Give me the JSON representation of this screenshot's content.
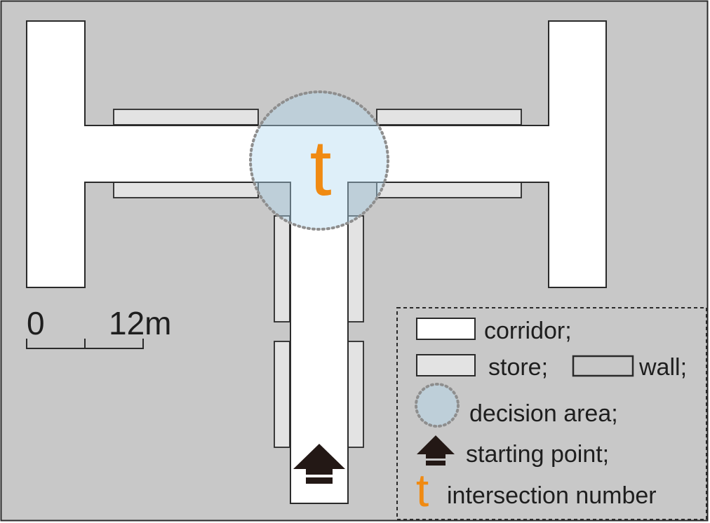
{
  "colors": {
    "background": "#c8c8c8",
    "corridor": "#ffffff",
    "store": "#e3e3e3",
    "wall": "#2a2a2a",
    "decision_area": "#b0d8f0",
    "intersection": "#f08a12",
    "arrow": "#231815"
  },
  "map": {
    "intersection_label": "t"
  },
  "scale_bar": {
    "start_label": "0",
    "end_label": "12m"
  },
  "legend": {
    "corridor": "corridor;",
    "store": "store;",
    "wall": "wall;",
    "decision_area": "decision area;",
    "starting_point": "starting point;",
    "intersection_symbol": "t",
    "intersection_number": "intersection number"
  }
}
